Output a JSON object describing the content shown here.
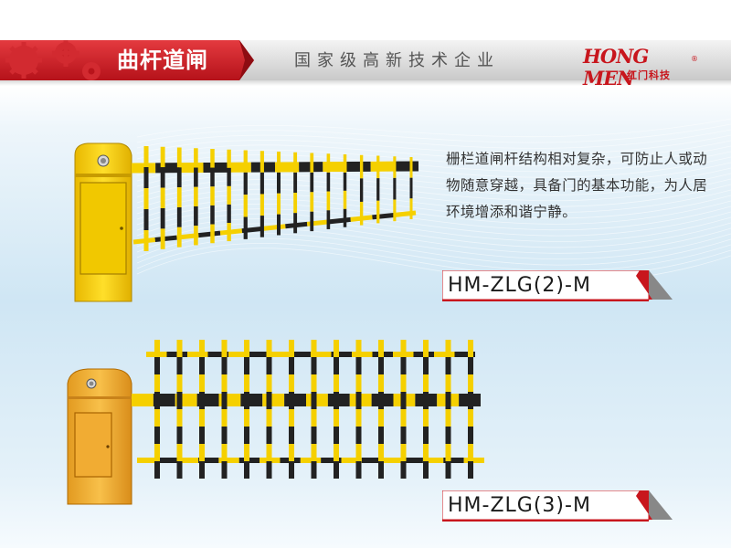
{
  "header": {
    "title": "曲杆道闸",
    "tagline": "国家级高新技术企业",
    "logo_main": "HONG MEN",
    "logo_reg": "®",
    "logo_sub": "红门科技"
  },
  "products": [
    {
      "model": "HM-ZLG(2)-M",
      "description": "栅栏道闸杆结构相对复杂，可防止人或动物随意穿越，具备门的基本功能，为人居环境增添和谐宁静。"
    },
    {
      "model": "HM-ZLG(3)-M"
    }
  ],
  "colors": {
    "accent_red": "#c8161d",
    "barrier_yellow": "#f5d000",
    "barrier_black": "#222222",
    "cabinet_orange": "#f3b43a"
  },
  "icons": [
    "gear-icon",
    "lock-icon"
  ]
}
